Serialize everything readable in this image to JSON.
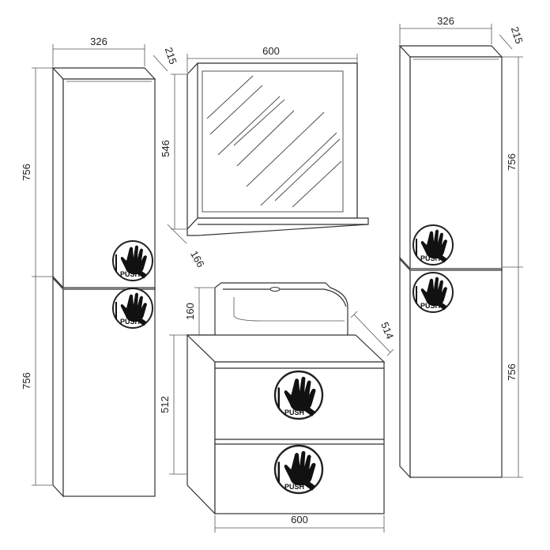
{
  "dimensions": {
    "left_cabinet": {
      "width": "326",
      "depth": "215",
      "upper_height": "756",
      "lower_height": "756"
    },
    "mirror": {
      "width": "600",
      "height": "546",
      "shelf_depth": "166"
    },
    "sink": {
      "height": "160",
      "depth": "514"
    },
    "vanity": {
      "height": "512",
      "width": "600"
    },
    "right_cabinet": {
      "width": "326",
      "depth": "215",
      "upper_height": "756",
      "lower_height": "756"
    }
  },
  "push_badges": [
    {
      "label": "PUSH"
    },
    {
      "label": "PUSH"
    },
    {
      "label": "PUSH"
    },
    {
      "label": "PUSH"
    },
    {
      "label": "PUSH"
    },
    {
      "label": "PUSH"
    }
  ],
  "icons": {
    "push": "hand-push-icon"
  }
}
